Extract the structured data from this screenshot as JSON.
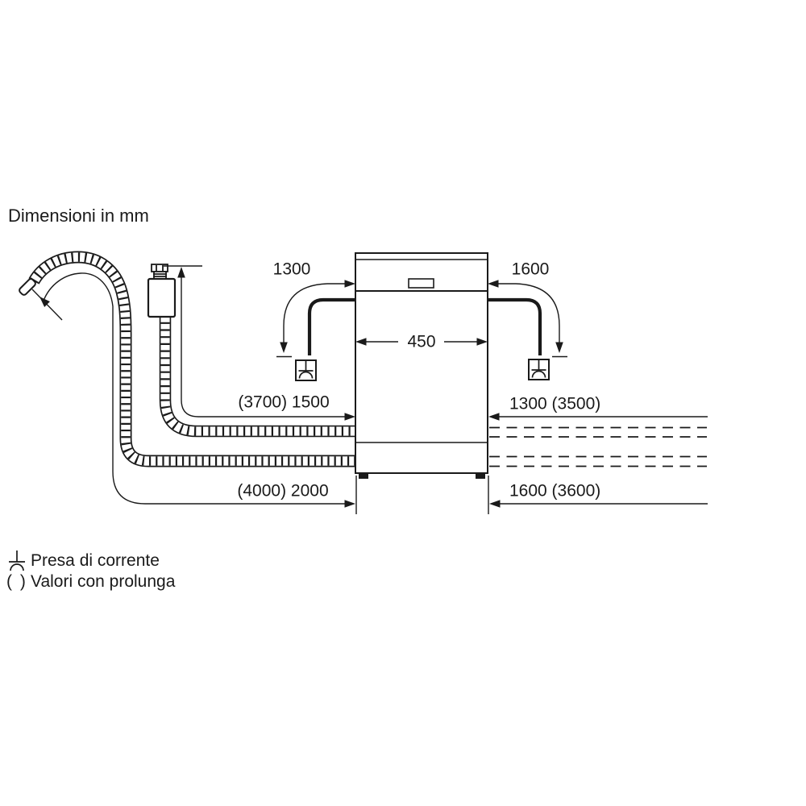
{
  "title": "Dimensioni in mm",
  "dimensions": {
    "cord_left": "1300",
    "cord_right": "1600",
    "appliance_width": "450",
    "inlet_hose_left": "(3700) 1500",
    "drain_hose_left": "(4000) 2000",
    "inlet_hose_right": "1300 (3500)",
    "drain_hose_right": "1600 (3600)"
  },
  "legend": {
    "outlet_symbol": "power-outlet-symbol",
    "outlet_label": "Presa di corrente",
    "parens_symbol": "( )",
    "parens_label": "Valori con prolunga"
  },
  "icons": {
    "power_outlet": "socket-outlet-icon"
  },
  "colors": {
    "line": "#1a1a1a",
    "background": "#ffffff"
  }
}
